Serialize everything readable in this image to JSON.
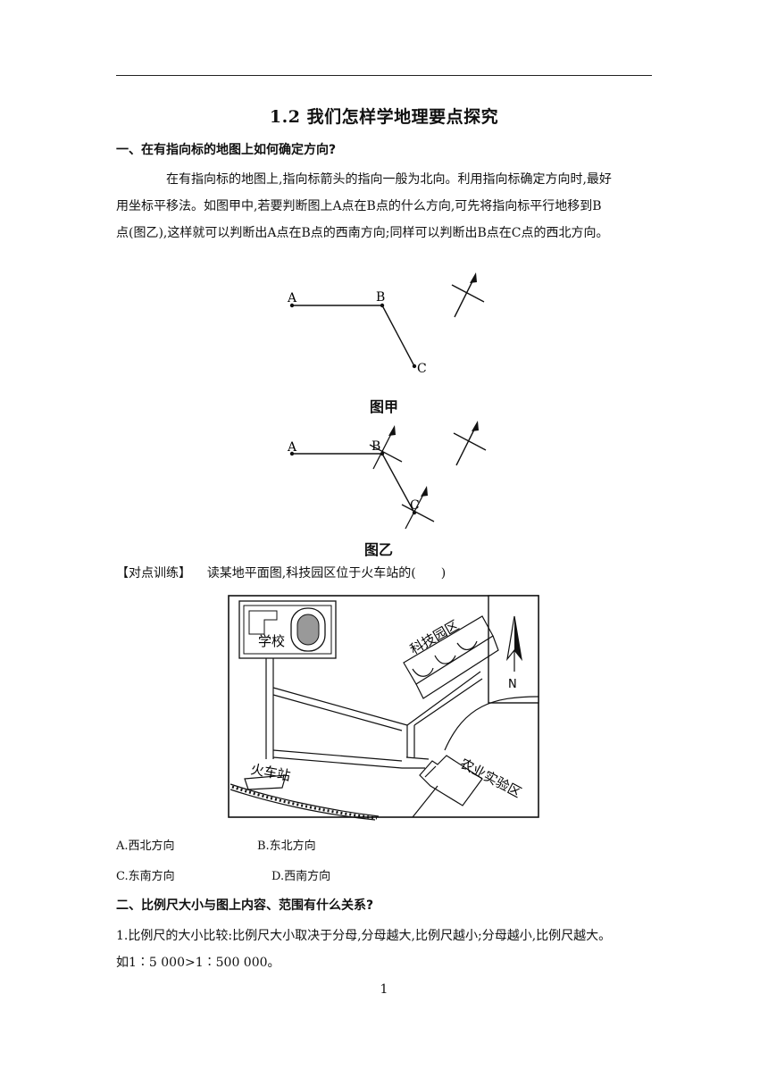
{
  "doc": {
    "title": "1.2 我们怎样学地理要点探究",
    "section1_heading": "一、在有指向标的地图上如何确定方向?",
    "para1_line1": "在有指向标的地图上,指向标箭头的指向一般为北向。利用指向标确定方向时,最好",
    "para1_line2": "用坐标平移法。如图甲中,若要判断图上A点在B点的什么方向,可先将指向标平行地移到B",
    "para1_line3": "点(图乙),这样就可以判断出A点在B点的西南方向;同样可以判断出B点在C点的西北方向。",
    "figure_a": {
      "caption": "图甲",
      "label_a": "A",
      "label_b": "B",
      "label_c": "C"
    },
    "figure_b": {
      "caption": "图乙",
      "label_a": "A",
      "label_b": "B",
      "label_c": "C"
    },
    "exercise": {
      "tag": "【对点训练】",
      "question": "读某地平面图,科技园区位于火车站的(　　)"
    },
    "map": {
      "school": "学校",
      "science_park": "科技园区",
      "station": "火车站",
      "farm": "农业实验区",
      "north": "N"
    },
    "options": {
      "a": "A.西北方向",
      "b": "B.东北方向",
      "c": "C.东南方向",
      "d": "D.西南方向"
    },
    "section2_heading": "二、比例尺大小与图上内容、范围有什么关系?",
    "point1": "1.比例尺的大小比较:比例尺大小取决于分母,分母越大,比例尺越小;分母越小,比例尺越大。",
    "point1_example": "如1∶5 000>1∶500 000。",
    "page_number": "1"
  }
}
